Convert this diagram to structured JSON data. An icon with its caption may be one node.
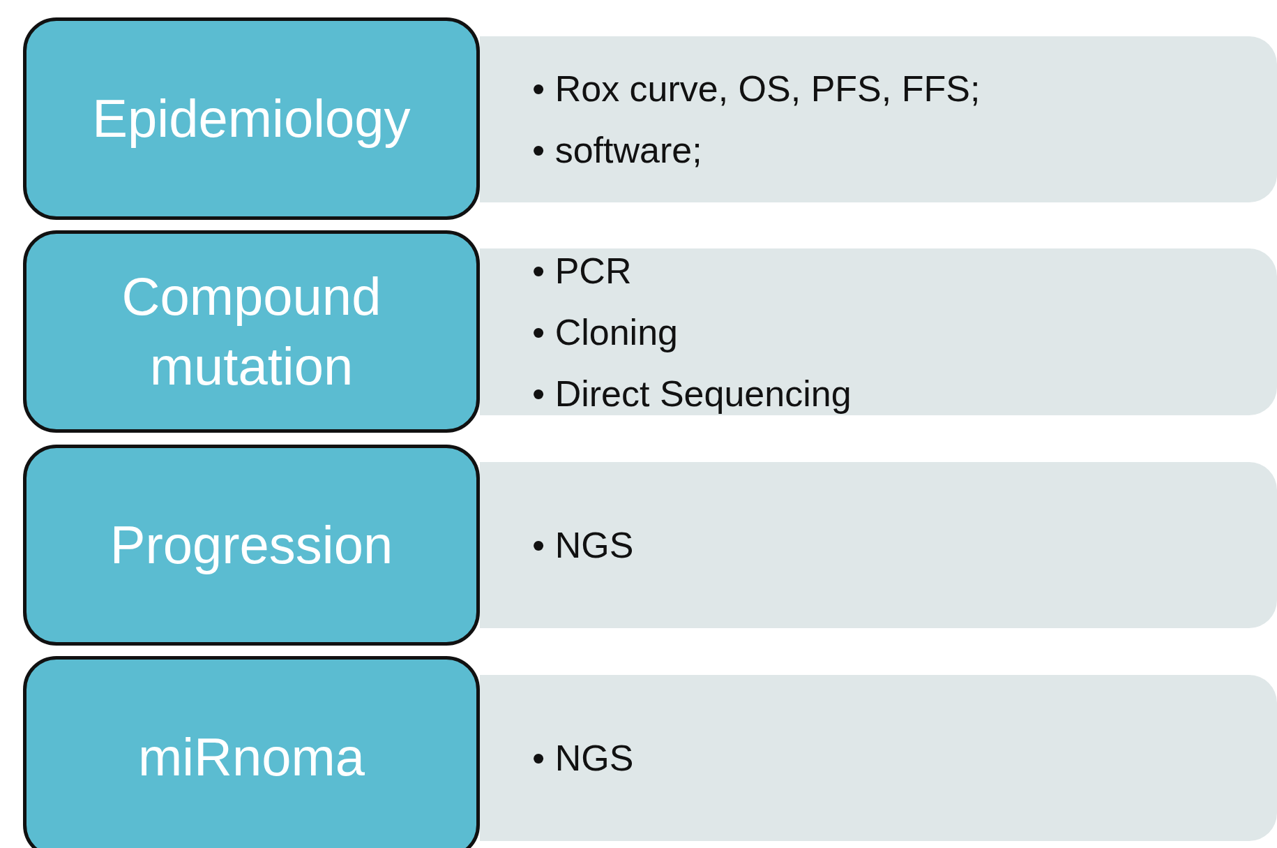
{
  "diagram": {
    "nodes": [
      {
        "text": [
          "Epidemiology"
        ]
      },
      {
        "text": [
          "• Rox curve, OS, PFS, FFS;",
          "• software;"
        ]
      },
      {
        "text": [
          "Compound mutation"
        ]
      },
      {
        "text": [
          "• PCR",
          "• Cloning",
          "• Direct Sequencing"
        ]
      },
      {
        "text": [
          "Progression"
        ]
      },
      {
        "text": [
          "• NGS"
        ]
      },
      {
        "text": [
          "miRnoma"
        ]
      },
      {
        "text": [
          "• NGS"
        ]
      }
    ]
  }
}
